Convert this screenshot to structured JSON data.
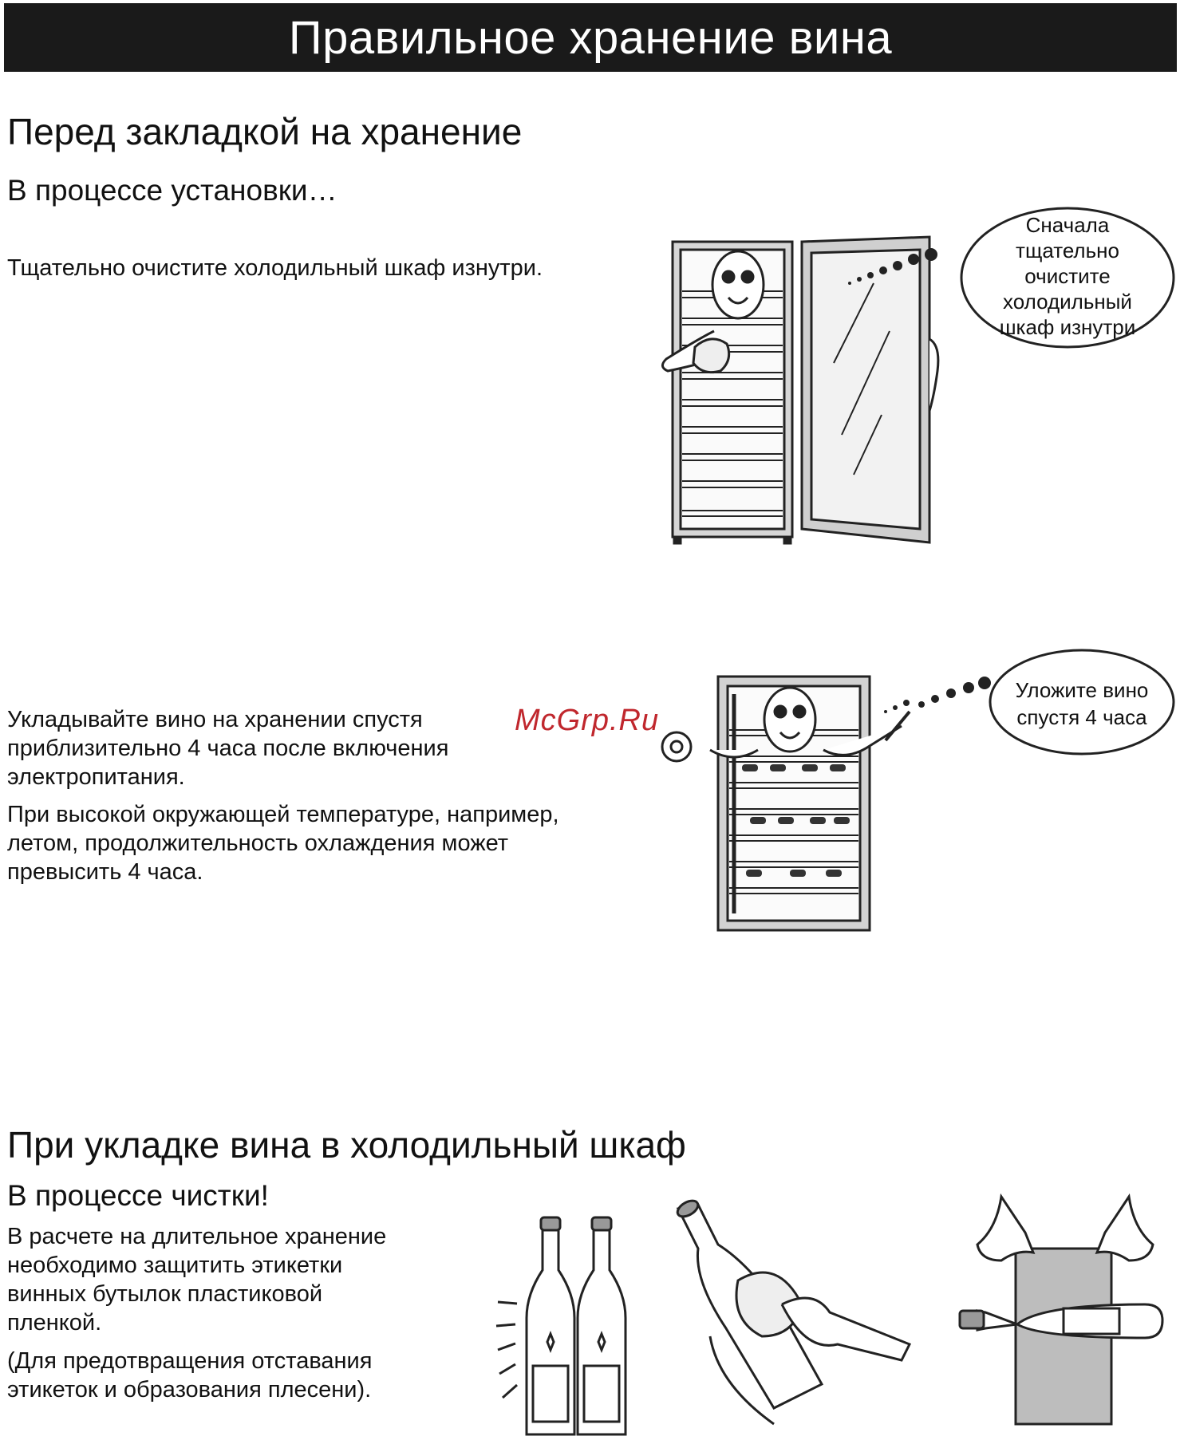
{
  "page": {
    "banner_title": "Правильное хранение вина"
  },
  "section1": {
    "heading": "Перед закладкой на хранение",
    "subheading": "В процессе установки…",
    "step1_text": "Тщательно очистите холодильный шкаф изнутри.",
    "bubble1_lines": [
      "Сначала",
      "тщательно",
      "очистите",
      "холодильный",
      "шкаф изнутри"
    ],
    "step2_para1": [
      "Укладывайте вино на хранении спустя",
      "приблизительно 4 часа после включения",
      "электропитания."
    ],
    "step2_para2": [
      "При высокой окружающей температуре, например,",
      "летом, продолжительность охлаждения может",
      "превысить 4 часа."
    ],
    "bubble2_lines": [
      "Уложите вино",
      "спустя 4 часа"
    ]
  },
  "section2": {
    "heading": "При укладке вина в холодильный шкаф",
    "subheading": "В процессе чистки!",
    "para1": [
      "В расчете на длительное хранение",
      "необходимо защитить этикетки",
      "винных бутылок пластиковой",
      "пленкой."
    ],
    "para2": [
      "(Для предотвращения отставания",
      "этикеток и образования плесени)."
    ]
  },
  "watermark": "McGrp.Ru"
}
